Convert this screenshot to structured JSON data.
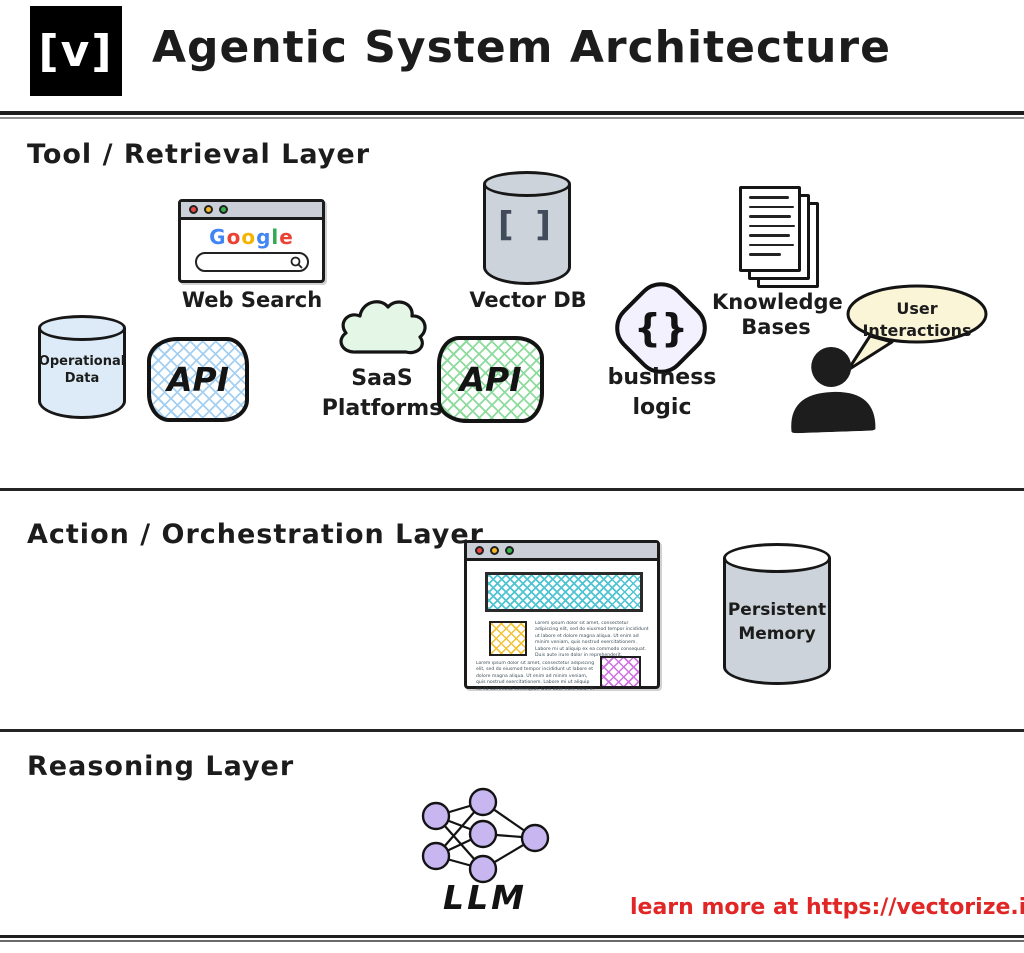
{
  "header": {
    "logo": "[v]",
    "title": "Agentic System Architecture"
  },
  "sections": {
    "tool": {
      "heading": "Tool / Retrieval Layer"
    },
    "action": {
      "heading": "Action / Orchestration Layer"
    },
    "reasoning": {
      "heading": "Reasoning Layer"
    }
  },
  "nodes": {
    "web_search": {
      "label": "Web Search",
      "google_letters": [
        "G",
        "o",
        "o",
        "g",
        "l",
        "e"
      ]
    },
    "vector_db": {
      "label": "Vector DB",
      "glyph": "[ ]"
    },
    "knowledge_bases": {
      "line1": "Knowledge",
      "line2": "Bases"
    },
    "operational_data": {
      "line1": "Operational",
      "line2": "Data"
    },
    "api_blue": {
      "label": "API"
    },
    "saas_platforms": {
      "line1": "SaaS",
      "line2": "Platforms"
    },
    "api_green": {
      "label": "API"
    },
    "business_logic": {
      "glyph": "{}",
      "line1": "business",
      "line2": "logic"
    },
    "user_interactions": {
      "line1": "User",
      "line2": "Interactions"
    },
    "persistent_memory": {
      "line1": "Persistent",
      "line2": "Memory"
    },
    "llm": {
      "label": "LLM"
    }
  },
  "orchestrator_window": {
    "lorem_a": "Lorem ipsum dolor sit amet, consectetur adipiscing elit, sed do eiusmod tempor incididunt ut labore et dolore magna aliqua. Ut enim ad minim veniam, quis nostrud exercitationem. Labore mi ut aliquip ex ea commodo consequat. Duis aute irure dolor in reprehenderit.",
    "lorem_b": "Lorem ipsum dolor sit amet, consectetur adipiscing elit, sed do eiusmod tempor incididunt ut labore et dolore magna aliqua. Ut enim ad minim veniam, quis nostrud exercitationem. Labore mi ut aliquip ex ea commodo consequat. Duis aute irure dolor in reprehenderit."
  },
  "footer": {
    "link": "learn more at https://vectorize.io"
  },
  "colors": {
    "ink": "#1c1c1c",
    "red_link": "#e12626",
    "titlebar": "#cbd0d8",
    "dot_red": "#ee4444",
    "dot_yellow": "#f5b921",
    "dot_green": "#35b549",
    "google_blue": "#4285F4",
    "google_red": "#EA4335",
    "google_yellow": "#F4B400",
    "google_green": "#34A853",
    "db_grey": "#cdd3da",
    "data_blue": "#dcebf7",
    "hatch_blue": "#a6d0f2",
    "cloud_green": "#e4f6e6",
    "hatch_green": "#8edc9d",
    "logic_lavender": "#e9e9fa",
    "logic_front": "#f2f1fd",
    "bubble_cream": "#fbf5d8",
    "hatch_teal": "#4fc4d3",
    "hatch_yellow": "#f3c333",
    "hatch_purple": "#cf72e0",
    "node_purple": "#c7b6f0"
  }
}
